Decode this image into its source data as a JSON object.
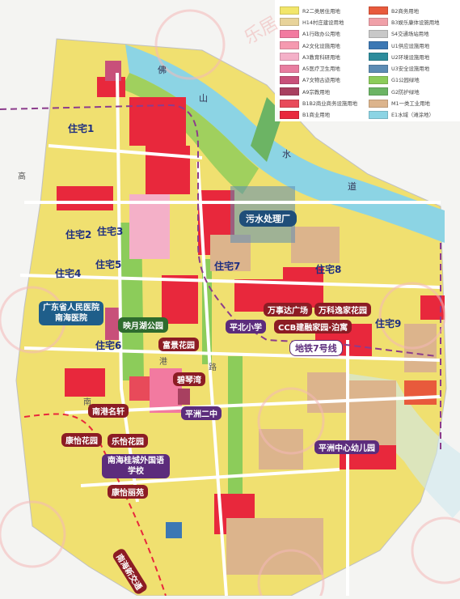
{
  "legend": [
    {
      "code": "R2",
      "label": "R2二类居住用地",
      "color": "#f2e66a"
    },
    {
      "code": "H14",
      "label": "H14村庄建设用地",
      "color": "#e8d39a"
    },
    {
      "code": "A1",
      "label": "A1行政办公用地",
      "color": "#f27aa0"
    },
    {
      "code": "A2",
      "label": "A2文化设施用地",
      "color": "#f59ab0"
    },
    {
      "code": "A3",
      "label": "A3教育科研用地",
      "color": "#f4b0c8"
    },
    {
      "code": "A5",
      "label": "A5医疗卫生用地",
      "color": "#e87da0"
    },
    {
      "code": "A7",
      "label": "A7文物古迹用地",
      "color": "#c8507a"
    },
    {
      "code": "A9",
      "label": "A9宗教用地",
      "color": "#a84060"
    },
    {
      "code": "B1B2",
      "label": "B1B2商业商务设施用地",
      "color": "#e84a5a"
    },
    {
      "code": "B1",
      "label": "B1商业用地",
      "color": "#e8283c"
    },
    {
      "code": "B2",
      "label": "B2商务用地",
      "color": "#e85a3c"
    },
    {
      "code": "B3",
      "label": "B3娱乐康体设施用地",
      "color": "#f0a0a8"
    },
    {
      "code": "S4",
      "label": "S4交通场站用地",
      "color": "#c8c8c8"
    },
    {
      "code": "U1",
      "label": "U1供应设施用地",
      "color": "#3c78b4"
    },
    {
      "code": "U2",
      "label": "U2环境设施用地",
      "color": "#2c8c9c"
    },
    {
      "code": "U3",
      "label": "U3安全设施用地",
      "color": "#5c8cb4"
    },
    {
      "code": "G1",
      "label": "G1公园绿地",
      "color": "#8ccc5a"
    },
    {
      "code": "G2",
      "label": "G2防护绿地",
      "color": "#6cb464"
    },
    {
      "code": "M1",
      "label": "M1一类工业用地",
      "color": "#dcb48c"
    },
    {
      "code": "E1",
      "label": "E1水域（滩涂地）",
      "color": "#8cd4e4"
    }
  ],
  "residential_labels": [
    "住宅1",
    "住宅2",
    "住宅3",
    "住宅4",
    "住宅5",
    "住宅6",
    "住宅7",
    "住宅8",
    "住宅9"
  ],
  "poi_labels": {
    "wastewater": "污水处理厂",
    "hospital": "广东省人民医院南海医院",
    "yingyue_park": "映月湖公园",
    "wanshida": "万事达广场",
    "vanke": "万科逸家花园",
    "pingbei_school": "平北小学",
    "ccb": "CCB建融家园·泊寓",
    "fujing": "富景花园",
    "metro7": "地铁7号线",
    "biqinwan": "碧琴湾",
    "nangang": "南港名轩",
    "pingzhou2": "平洲二中",
    "kangyi_garden": "康怡花园",
    "leyi_garden": "乐怡花园",
    "guicheng_school": "南海桂城外国语学校",
    "pingzhou_kg": "平洲中心幼儿园",
    "kangyi_liyuan": "康怡丽苑",
    "nanhai_tram": "南海新交通"
  },
  "map_text": {
    "fo": "佛",
    "shan": "山",
    "shui": "水",
    "dao": "道",
    "gao": "高",
    "nan": "南",
    "gang": "港",
    "lu": "路"
  },
  "watermark": "乐居"
}
